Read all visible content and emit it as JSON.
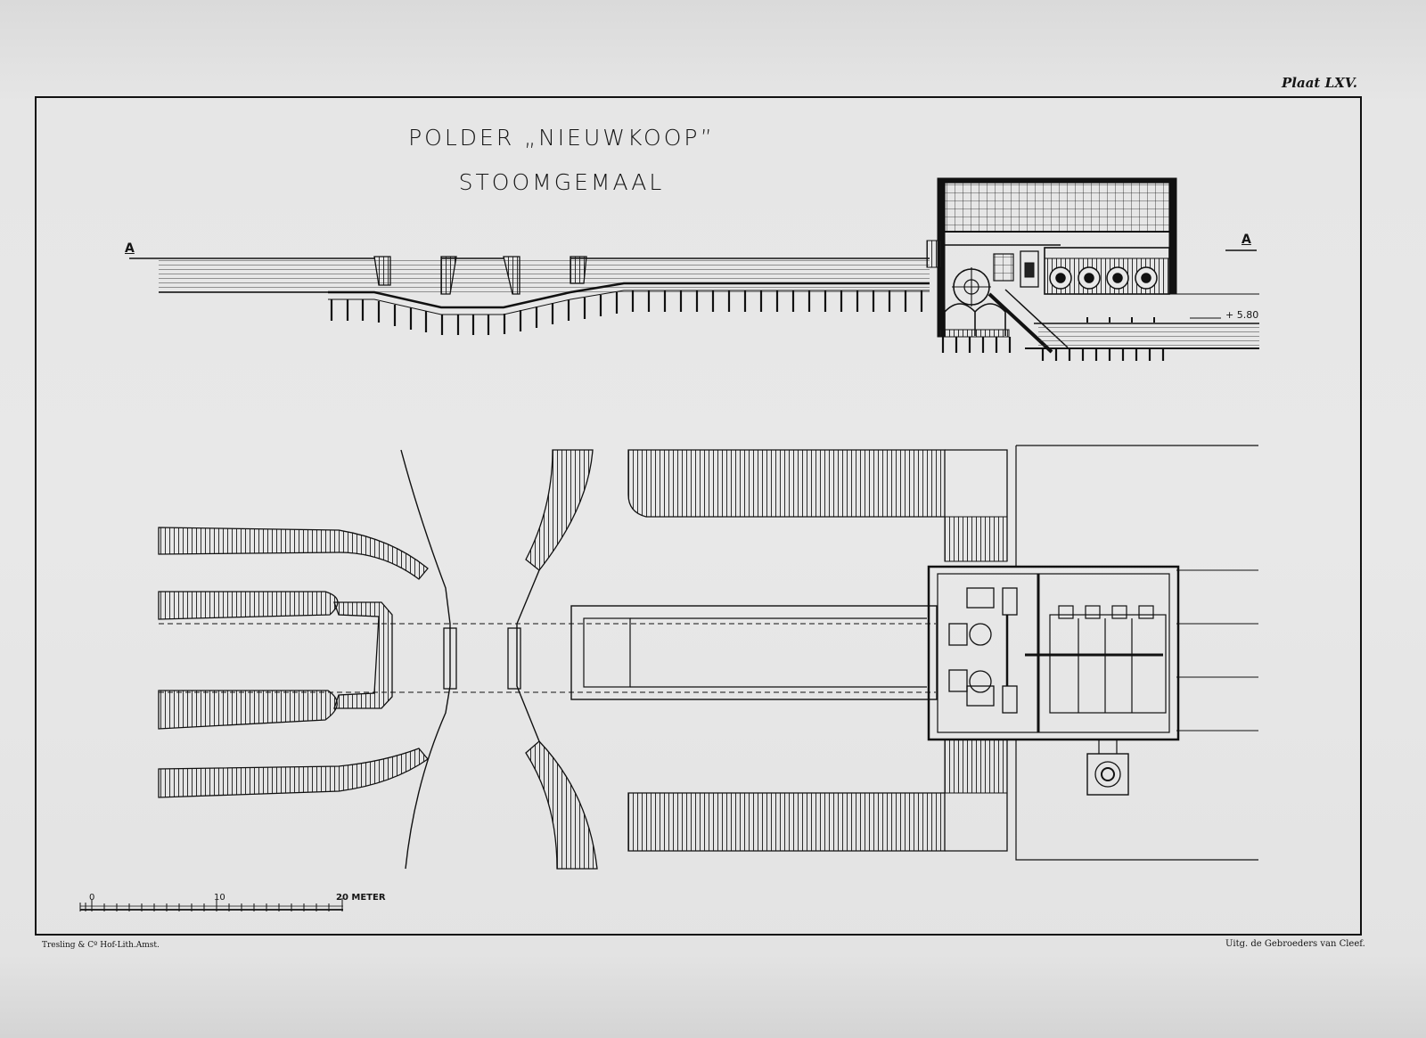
{
  "plate": {
    "number": "Plaat LXV."
  },
  "title": {
    "line1": "POLDER „NIEUWKOOP”",
    "line2": "STOOMGEMAAL"
  },
  "section_marks": {
    "left": "A",
    "right": "A"
  },
  "level_mark": "+ 5.80",
  "scale_bar": {
    "label_zero": "0",
    "label_mid": "10",
    "label_end": "20 METER"
  },
  "credits": {
    "printer": "Tresling & Cº Hof-Lith.Amst.",
    "publisher": "Uitg. de Gebroeders van Cleef."
  },
  "colors": {
    "ink": "#151515",
    "paper": "#e8e8e8",
    "background": "#d7d7d7"
  }
}
